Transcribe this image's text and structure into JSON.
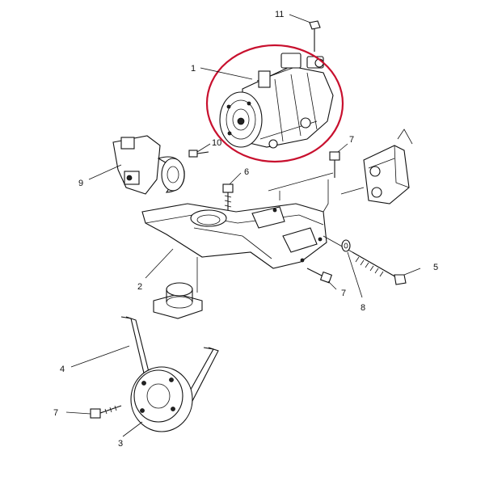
{
  "colors": {
    "highlight": "#c8102e",
    "ink": "#111111",
    "background": "#ffffff"
  },
  "callouts": {
    "c1": "1",
    "c2": "2",
    "c3": "3",
    "c4": "4",
    "c5": "5",
    "c6": "6",
    "c7a": "7",
    "c7b": "7",
    "c7c": "7",
    "c8": "8",
    "c9": "9",
    "c10": "10",
    "c11": "11"
  },
  "highlighted_part": "1"
}
